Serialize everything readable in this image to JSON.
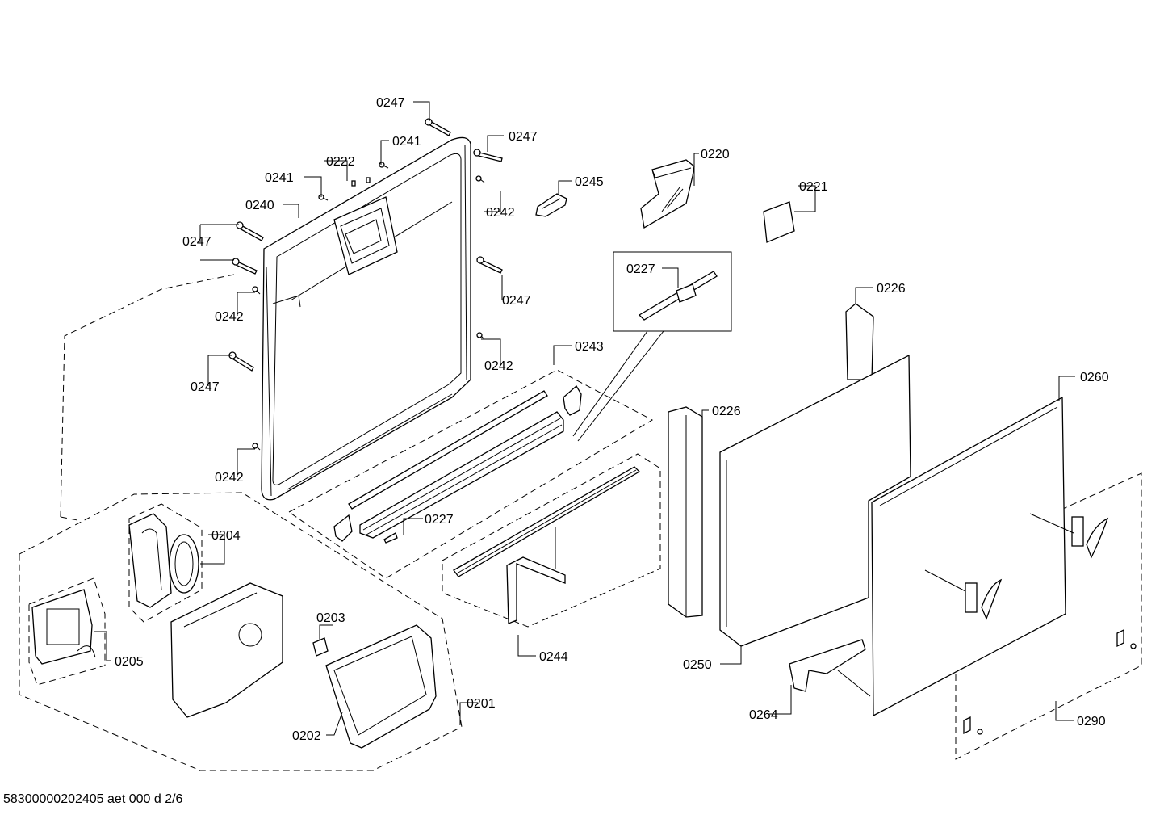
{
  "doc_code": "58300000202405 aet 000 d 2/6",
  "labels": {
    "l0247_top": "0247",
    "l0247_r1": "0247",
    "l0241_a": "0241",
    "l0222": "0222",
    "l0241_b": "0241",
    "l0240": "0240",
    "l0245": "0245",
    "l0242_r1": "0242",
    "l0247_l1": "0247",
    "l0247_r2": "0247",
    "l0242_l1": "0242",
    "l0242_r2": "0242",
    "l0247_l2": "0247",
    "l0242_l2": "0242",
    "l0220": "0220",
    "l0221": "0221",
    "l0227_box": "0227",
    "l0226_top": "0226",
    "l0243": "0243",
    "l0260": "0260",
    "l0226_mid": "0226",
    "l0227_rail": "0227",
    "l0204": "0204",
    "l0203": "0203",
    "l0205": "0205",
    "l0244": "0244",
    "l0250": "0250",
    "l0201": "0201",
    "l0264": "0264",
    "l0290": "0290",
    "l0202": "0202"
  }
}
